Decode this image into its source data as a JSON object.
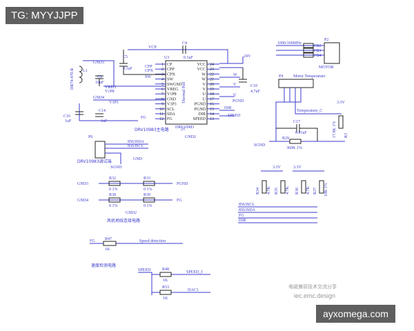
{
  "overlay": {
    "tg_label": "TG: MYYJJPP",
    "site_watermark": "ayxomega.com",
    "forum_cn": "电磁兼容技术交流分享",
    "forum_url": "iec.emc.design"
  },
  "ic": {
    "ref": "U3",
    "name": "DRV10983",
    "pad": "Thermal Pad",
    "pad_pin": "25",
    "left_pins": [
      [
        "CP",
        "1"
      ],
      [
        "CPP",
        "2"
      ],
      [
        "CPN",
        "3"
      ],
      [
        "SW",
        "4"
      ],
      [
        "SWGND",
        "5"
      ],
      [
        "VREG",
        "6"
      ],
      [
        "V1P8",
        "7"
      ],
      [
        "GND",
        "8"
      ],
      [
        "V3P3",
        "9"
      ],
      [
        "SCL",
        "10"
      ],
      [
        "SDA",
        "11"
      ],
      [
        "FG",
        "12"
      ]
    ],
    "right_pins": [
      [
        "24",
        "VCC"
      ],
      [
        "23",
        "VCC"
      ],
      [
        "22",
        "W"
      ],
      [
        "21",
        "W"
      ],
      [
        "20",
        "V"
      ],
      [
        "19",
        "V"
      ],
      [
        "18",
        "U"
      ],
      [
        "17",
        "U"
      ],
      [
        "16",
        "PGND"
      ],
      [
        "15",
        "PGND"
      ],
      [
        "14",
        "DIR"
      ],
      [
        "13",
        "SPEED"
      ]
    ],
    "caption": "DRV10983主电路"
  },
  "nets": {
    "vcp": "VCP",
    "cpp": "CPP",
    "cpn": "CPN",
    "sw": "SW",
    "gnd3": "GND3",
    "vreg": "VREG",
    "v1p8": "V1P8",
    "gnd4": "GND4",
    "v3p3": "V3P3",
    "fg": "FG",
    "v24": "24V",
    "w": "W",
    "v": "V",
    "u": "U",
    "pgnd": "PGND",
    "dir": "DIR",
    "speed": "SPEED",
    "gnd2": "GND2",
    "v33": "3.3V",
    "sda": "8563SDA",
    "scl": "8563SCL",
    "sgnd": "SGND",
    "gnd": "GND",
    "speed_i": "SPEED_I",
    "dac1": "DAC1",
    "temp_c": "Temperature_C"
  },
  "components": {
    "c4": "C4",
    "c4v": "0.1uF",
    "c5": "C5",
    "c5v": "0.1uF",
    "l1": "L1",
    "l1v": "DR74-470-R",
    "c9": "C9",
    "c9v": "10uF",
    "c16": "C16",
    "c16v": "1uF",
    "c14": "C14",
    "c14v": "1uF",
    "c10": "C10",
    "c10v": "4.7uF",
    "p2": "P2",
    "p2cap": "MOTOR",
    "fb2": "FB2",
    "fb3": "FB3",
    "fb4": "FB4",
    "fbv": "1000/100MHz",
    "p4": "P4",
    "p4cap": "Motor Temperature",
    "c17": "C17",
    "c17v": "0.01uF",
    "r29": "R29",
    "r29v": "360K 1%",
    "r3": "R3",
    "r3v": "17.8K 1%",
    "p6": "P6",
    "p6cap": "DRV10983调试端",
    "r32": "R32",
    "r33": "R33",
    "r38": "R38",
    "r39": "R39",
    "r0": "0 1%",
    "r34": "R34",
    "r35": "R35",
    "r36": "R36",
    "r37": "R37",
    "r47k": "4.7K",
    "r37v": "10K 1%",
    "r47": "R47",
    "r48": "R48",
    "r53": "R53",
    "r1k": "1K"
  },
  "captions": {
    "gnd_link": "风机地线连接电路",
    "speed_det": "Speed detection",
    "speed_circ": "速度检测电路"
  }
}
